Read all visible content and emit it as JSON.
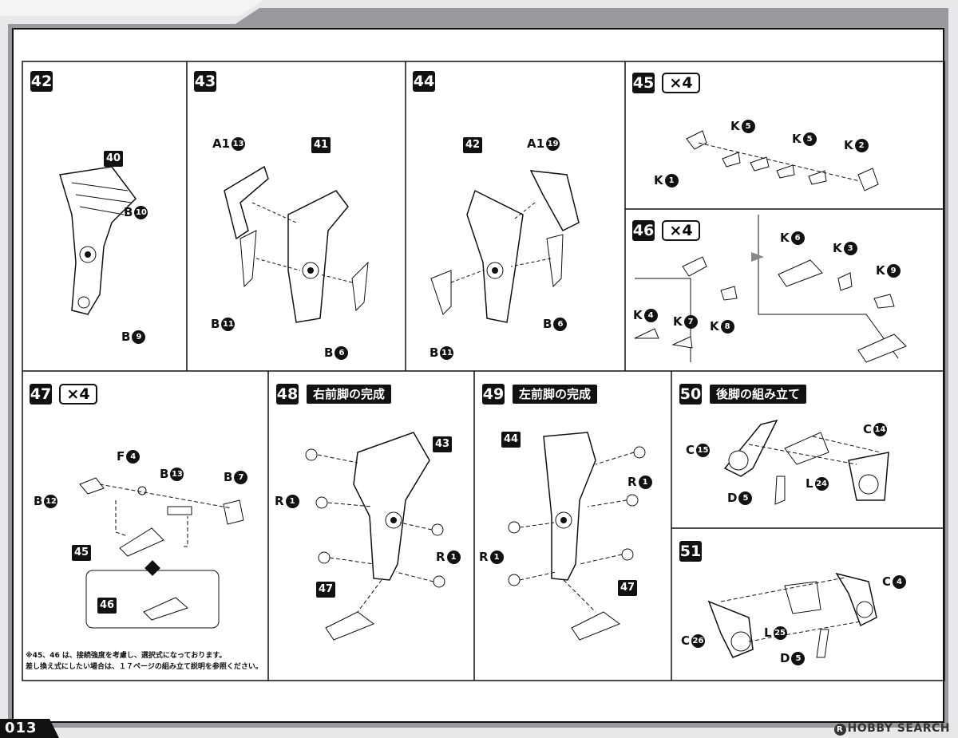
{
  "page": {
    "number": "013"
  },
  "watermark": "HOBBY SEARCH",
  "note": {
    "lines": [
      "※45、46 は、接続強度を考慮し、選択式になっております。",
      "差し換え式にしたい場合は、１７ページの組み立て説明を参照ください。"
    ]
  },
  "steps": [
    {
      "num": "42",
      "labels": [
        "B",
        "B"
      ],
      "nums": [
        "10",
        "9"
      ],
      "refs": [
        "40"
      ]
    },
    {
      "num": "43",
      "labels": [
        "A1",
        "B",
        "B"
      ],
      "nums": [
        "13",
        "11",
        "6"
      ],
      "refs": [
        "41"
      ]
    },
    {
      "num": "44",
      "labels": [
        "A1",
        "B",
        "B"
      ],
      "nums": [
        "19",
        "6",
        "11"
      ],
      "refs": [
        "42"
      ]
    },
    {
      "num": "45",
      "mult": "×4",
      "labels": [
        "K",
        "K",
        "K",
        "K"
      ],
      "nums": [
        "5",
        "5",
        "2",
        "1"
      ]
    },
    {
      "num": "46",
      "mult": "×4",
      "labels": [
        "K",
        "K",
        "K",
        "K",
        "K",
        "K"
      ],
      "nums": [
        "4",
        "7",
        "8",
        "6",
        "3",
        "9"
      ]
    },
    {
      "num": "47",
      "mult": "×4",
      "labels": [
        "F",
        "B",
        "B",
        "B"
      ],
      "nums": [
        "4",
        "13",
        "7",
        "12"
      ],
      "refs": [
        "45",
        "46"
      ]
    },
    {
      "num": "48",
      "title": "右前脚の完成",
      "labels": [
        "R",
        "R"
      ],
      "nums": [
        "1",
        "1"
      ],
      "refs": [
        "43",
        "47"
      ]
    },
    {
      "num": "49",
      "title": "左前脚の完成",
      "labels": [
        "R",
        "R"
      ],
      "nums": [
        "1",
        "1"
      ],
      "refs": [
        "44",
        "47"
      ]
    },
    {
      "num": "50",
      "title": "後脚の組み立て",
      "labels": [
        "C",
        "C",
        "L",
        "D"
      ],
      "nums": [
        "15",
        "14",
        "24",
        "5"
      ]
    },
    {
      "num": "51",
      "labels": [
        "C",
        "L",
        "C",
        "D"
      ],
      "nums": [
        "4",
        "25",
        "26",
        "5"
      ]
    }
  ]
}
